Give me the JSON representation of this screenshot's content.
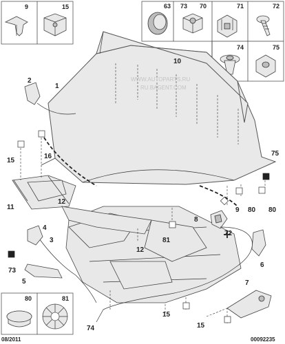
{
  "callouts": {
    "c1": "1",
    "c2": "2",
    "c3": "3",
    "c4": "4",
    "c5": "5",
    "c6": "6",
    "c7": "7",
    "c8": "8",
    "c9": "9",
    "c10": "10",
    "c11": "11",
    "c12a": "12",
    "c12b": "12",
    "c15a": "15",
    "c15b": "15",
    "c15c": "15",
    "c16": "16",
    "c72": "72",
    "c73": "73",
    "c74": "74",
    "c75": "75",
    "c80a": "80",
    "c80b": "80",
    "c81": "81"
  },
  "parts_boxes": {
    "top_left": [
      "9",
      "15"
    ],
    "top_right_row1": [
      "63",
      "73",
      "70",
      "71",
      "72"
    ],
    "top_right_row2": [
      "74",
      "75"
    ],
    "bottom_left": [
      "80",
      "81"
    ]
  },
  "footer": {
    "date": "08/2011",
    "ref": "00092235"
  },
  "watermark": {
    "line1": "WWW.AUTOPARTS.RU",
    "line2": "RU.BAGENT.COM"
  }
}
